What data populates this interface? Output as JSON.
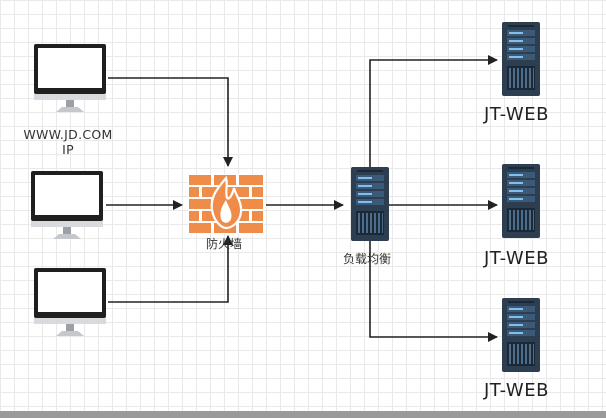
{
  "clients": {
    "label_line1": "WWW.JD.COM",
    "label_line2": "IP",
    "items": [
      {
        "icon": "monitor-icon"
      },
      {
        "icon": "monitor-icon"
      },
      {
        "icon": "monitor-icon"
      }
    ]
  },
  "firewall": {
    "label": "防火墙",
    "icon": "firewall-icon"
  },
  "load_balancer": {
    "label": "负载均衡",
    "icon": "server-rack-icon"
  },
  "servers": [
    {
      "label": "JT-WEB",
      "icon": "server-rack-icon"
    },
    {
      "label": "JT-WEB",
      "icon": "server-rack-icon"
    },
    {
      "label": "JT-WEB",
      "icon": "server-rack-icon"
    }
  ],
  "colors": {
    "server_body": "#2c3e50",
    "server_panel": "#4a90c8",
    "firewall_brick": "#f08c4a",
    "connector": "#222222",
    "monitor_bezel": "#1f1f1f"
  }
}
